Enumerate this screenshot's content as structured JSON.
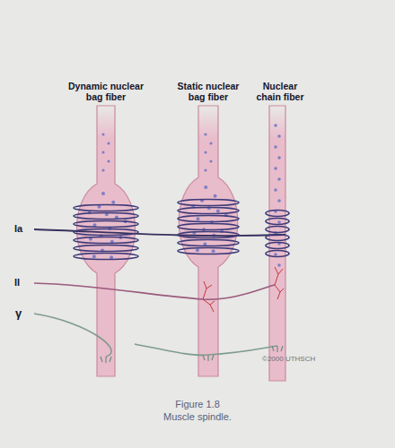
{
  "diagram": {
    "caption": "Figure 1.8 Muscle spindle.",
    "nodes": [
      {
        "text": [
          "Dynamic nuclear bag fiber"
        ]
      },
      {
        "text": [
          "Static nuclear bag fiber"
        ]
      },
      {
        "text": [
          "Nuclear chain fiber"
        ]
      }
    ],
    "labels": [
      "Ia",
      "II",
      "γ",
      "©2000 UTHSCH"
    ]
  }
}
